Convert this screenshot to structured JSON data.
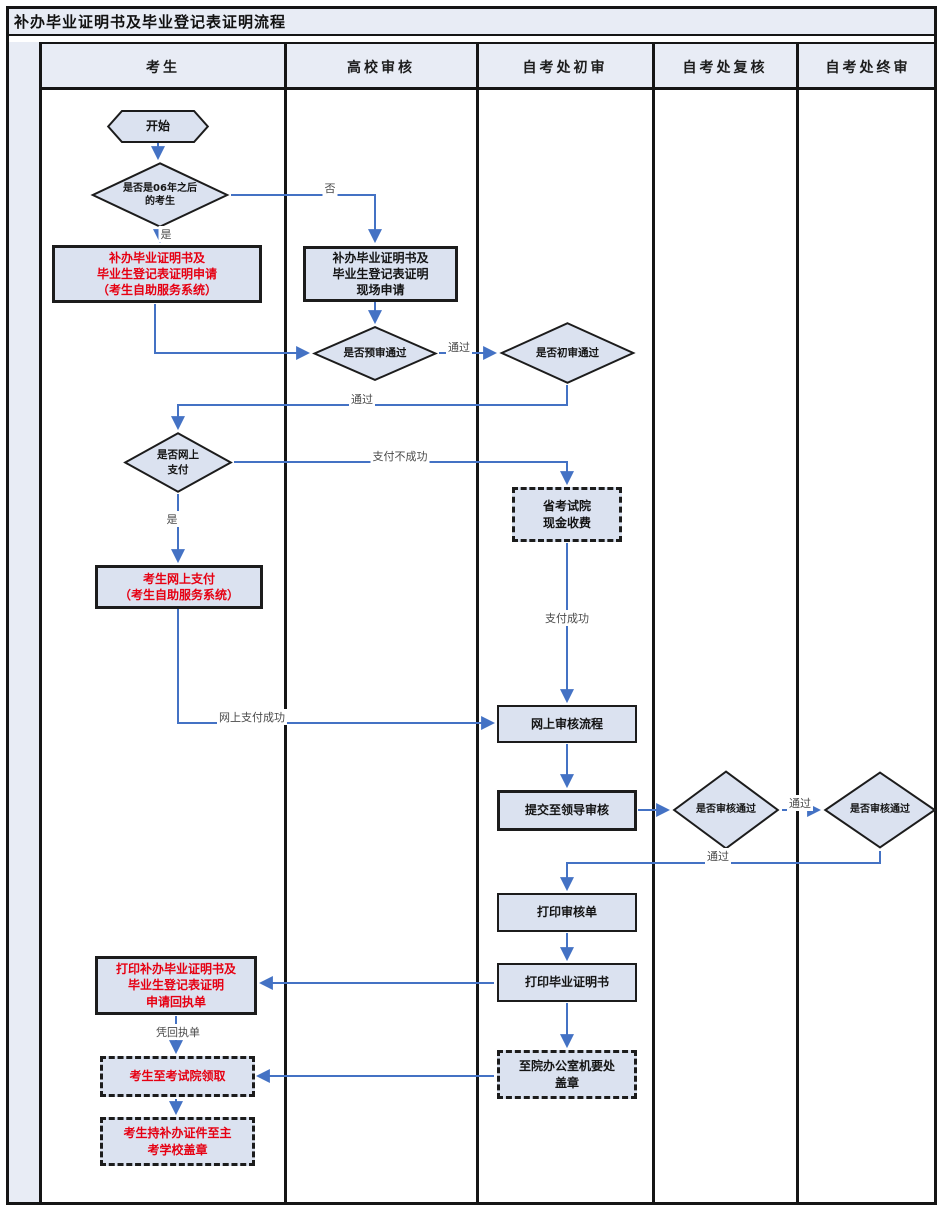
{
  "title": "补办毕业证明书及毕业登记表证明流程",
  "lanes": [
    "考生",
    "高校审核",
    "自考处初审",
    "自考处复核",
    "自考处终审"
  ],
  "nodes": {
    "start": {
      "label": "开始"
    },
    "is_after_06": {
      "label": "是否是06年之后\n的考生"
    },
    "apply_online": {
      "label": "补办毕业证明书及\n毕业生登记表证明申请\n（考生自助服务系统）"
    },
    "apply_onsite": {
      "label": "补办毕业证明书及\n毕业生登记表证明\n现场申请"
    },
    "pre_review": {
      "label": "是否预审通过"
    },
    "initial_review": {
      "label": "是否初审通过"
    },
    "online_pay_q": {
      "label": "是否网上\n支付"
    },
    "pay_online": {
      "label": "考生网上支付\n（考生自助服务系统）"
    },
    "cash_pay": {
      "label": "省考试院\n现金收费"
    },
    "online_review": {
      "label": "网上审核流程"
    },
    "submit_leader": {
      "label": "提交至领导审核"
    },
    "recheck": {
      "label": "是否审核通过"
    },
    "final_check": {
      "label": "是否审核通过"
    },
    "print_review": {
      "label": "打印审核单"
    },
    "print_cert": {
      "label": "打印毕业证明书"
    },
    "office_seal": {
      "label": "至院办公室机要处\n盖章"
    },
    "print_receipt": {
      "label": "打印补办毕业证明书及\n毕业生登记表证明\n申请回执单"
    },
    "collect": {
      "label": "考生至考试院领取"
    },
    "school_seal": {
      "label": "考生持补办证件至主\n考学校盖章"
    }
  },
  "edge_labels": {
    "no": "否",
    "yes1": "是",
    "pass1": "通过",
    "pass2": "通过",
    "pay_fail": "支付不成功",
    "yes2": "是",
    "pay_online_ok": "网上支付成功",
    "pay_ok": "支付成功",
    "pass3": "通过",
    "pass4": "通过",
    "with_receipt": "凭回执单"
  },
  "colors": {
    "arrow_blue": "#4472c4",
    "red_text": "#e60012",
    "lane_fill": "#e8ecf5",
    "node_fill": "#dbe2f0",
    "border": "#151515"
  }
}
